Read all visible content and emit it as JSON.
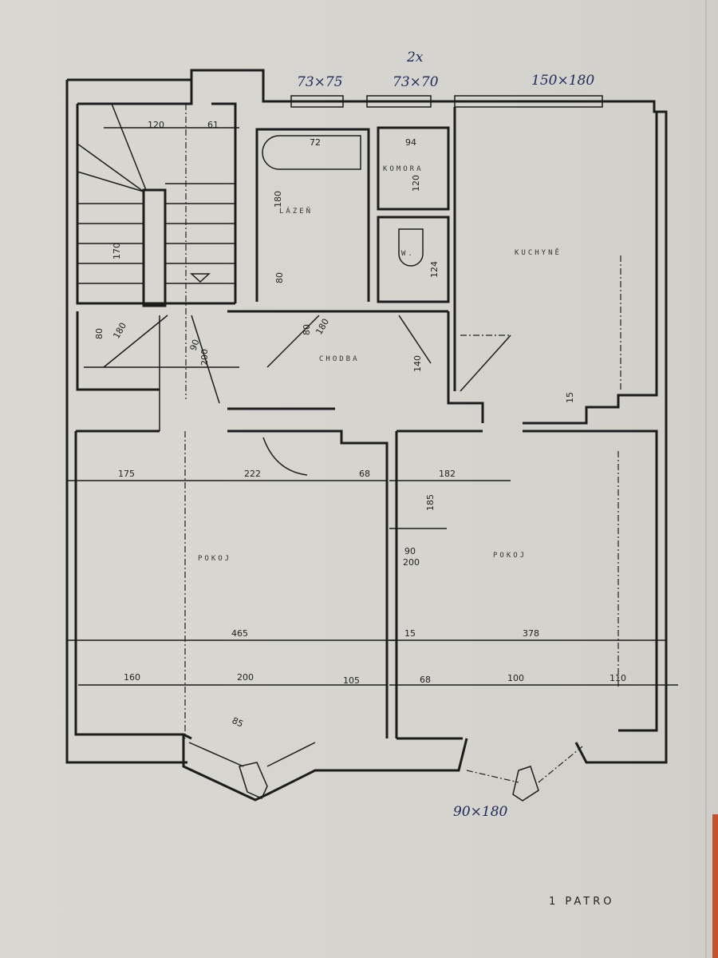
{
  "drawing": {
    "type": "floor plan",
    "footer_label": "1  PATRO",
    "handwritten_notes": {
      "window_bathroom": "73×75",
      "window_count": "2x",
      "window_storage_wc": "73×70",
      "window_kitchen": "150×180",
      "window_bay": "90×180"
    },
    "rooms": {
      "bathroom": "LÁZEŇ",
      "storage": "KOMORA",
      "wc": "W.",
      "hallway": "CHODBA",
      "kitchen": "KUCHYNĚ",
      "room_left": "POKOJ",
      "room_right": "POKOJ"
    },
    "dimensions": {
      "stair_width": "120",
      "stair_side": "61",
      "stair_height": "170",
      "bath_tub": "72",
      "bath_height": "180",
      "bath_door": "80",
      "storage_w": "94",
      "storage_h": "120",
      "wc_h": "124",
      "wc_door": "15",
      "door_80_180_a": "80",
      "door_80_180_b": "180",
      "door_90_200_a": "90",
      "door_90_200_b": "200",
      "door_80_180_c": "80",
      "door_80_180_d": "180",
      "hall_h": "140",
      "left_175": "175",
      "left_222": "222",
      "left_68": "68",
      "right_182": "182",
      "right_185": "185",
      "right_90": "90",
      "right_200": "200",
      "total_465": "465",
      "right_15": "15",
      "right_378": "378",
      "bottom_160": "160",
      "bottom_200": "200",
      "bottom_105": "105",
      "bay_85": "85",
      "bottom_68": "68",
      "bottom_100": "100",
      "bottom_110": "110",
      "kitchen_15": "15"
    }
  }
}
